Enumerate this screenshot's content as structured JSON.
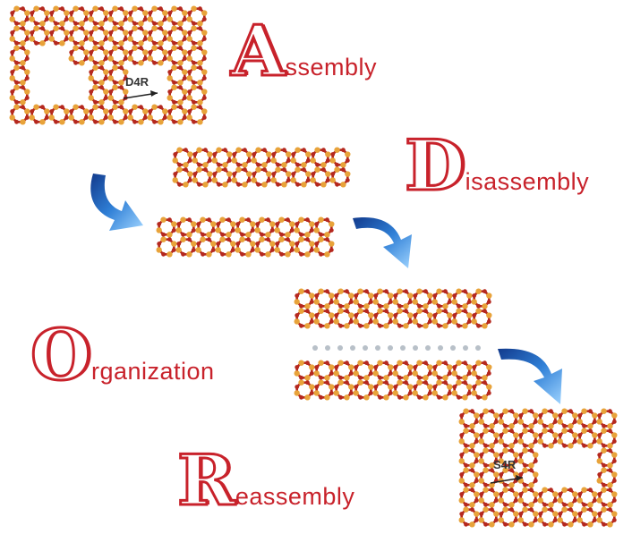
{
  "steps": [
    {
      "initial": "A",
      "rest": "ssembly"
    },
    {
      "initial": "D",
      "rest": "isassembly"
    },
    {
      "initial": "O",
      "rest": "rganization"
    },
    {
      "initial": "R",
      "rest": "eassembly"
    }
  ],
  "labels": {
    "top_unit": "D4R",
    "bottom_unit": "S4R"
  },
  "colors": {
    "accent": "#c8222b",
    "oxygen": "#b5281e",
    "silicon": "#e8a33a",
    "arrow": "#2f7fd6"
  }
}
